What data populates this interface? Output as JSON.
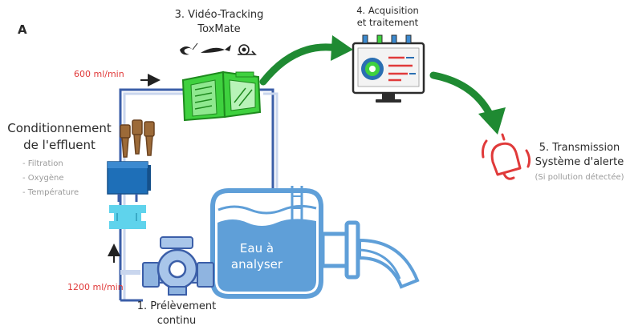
{
  "panel_label": "A",
  "flow": {
    "top": "600 ml/min",
    "bottom": "1200 ml/min"
  },
  "steps": {
    "step1": {
      "line1": "1. Prélèvement",
      "line2": "continu"
    },
    "step2": {
      "line1": "Conditionnement",
      "line2": "de l'effluent",
      "items": [
        "- Filtration",
        "- Oxygène",
        "- Température"
      ]
    },
    "step3": {
      "line1": "3. Vidéo-Tracking",
      "line2": "ToxMate"
    },
    "step4": {
      "line1": "4. Acquisition",
      "line2": "et traitement"
    },
    "step5": {
      "line1": "5. Transmission",
      "line2": "Système d'alerte",
      "note": "(Si pollution détectée)"
    }
  },
  "tank": {
    "line1": "Eau à",
    "line2": "analyser"
  },
  "colors": {
    "pipe": "#3b5ea8",
    "water": "#5f9fd8",
    "toxmate": "#3fd13f",
    "arrow": "#1f8a32",
    "alert": "#e03a3a",
    "filter": "#9c6a38",
    "oxygen": "#1e6fb8",
    "heater": "#5fd3ec"
  },
  "icons": [
    "shrimp-icon",
    "fish-icon",
    "snail-icon",
    "computer-icon",
    "alarm-bell-icon",
    "pump-icon",
    "filter-cartridges-icon",
    "oxygen-box-icon",
    "heater-icon",
    "toxmate-device-icon",
    "water-tank-icon"
  ]
}
